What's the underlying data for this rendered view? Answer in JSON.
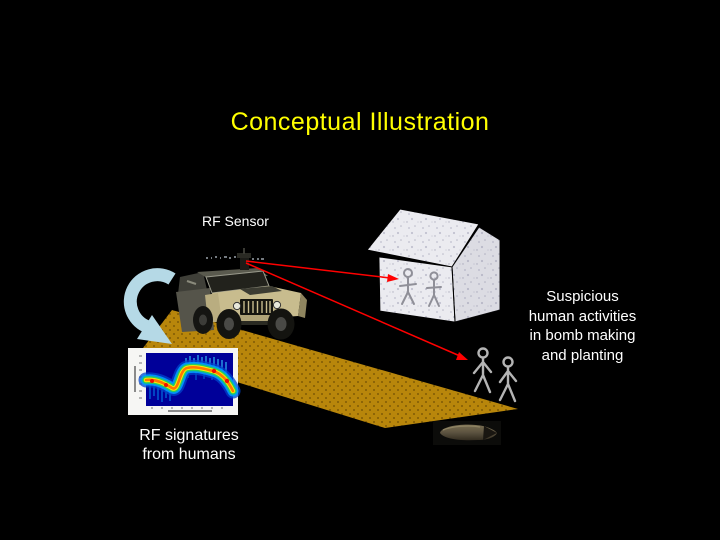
{
  "slide": {
    "title": "Conceptual Illustration",
    "title_color": "#ffff00",
    "background_color": "#000000"
  },
  "annotations": {
    "rf_sensor_label": "RF Sensor",
    "suspicious_label_lines": [
      "Suspicious",
      "human activities",
      "in bomb making",
      "and planting"
    ],
    "rf_signatures_label_lines": [
      "RF signatures",
      "from humans"
    ]
  },
  "illustration": {
    "elements": [
      "rf-sensor-vehicle-icon",
      "house-icon",
      "suspicious-person-icons",
      "walking-person-icons",
      "rf-beam-arrows",
      "rotation-arrow-icon",
      "spectrogram-image",
      "bomb-shell-image",
      "road-shape"
    ],
    "colors": {
      "road": "#b8860b",
      "road_dot": "#6e4d04",
      "red_arrow": "#ff0000",
      "curved_arrow": "#b5d9e6",
      "house_wall": "#ebebf0",
      "vehicle_body": "#c8bc8e",
      "stick_figure_house": "#8f8f98",
      "stick_figure_walking": "#b4b4b4",
      "spectrogram_bg": "#000099"
    }
  }
}
